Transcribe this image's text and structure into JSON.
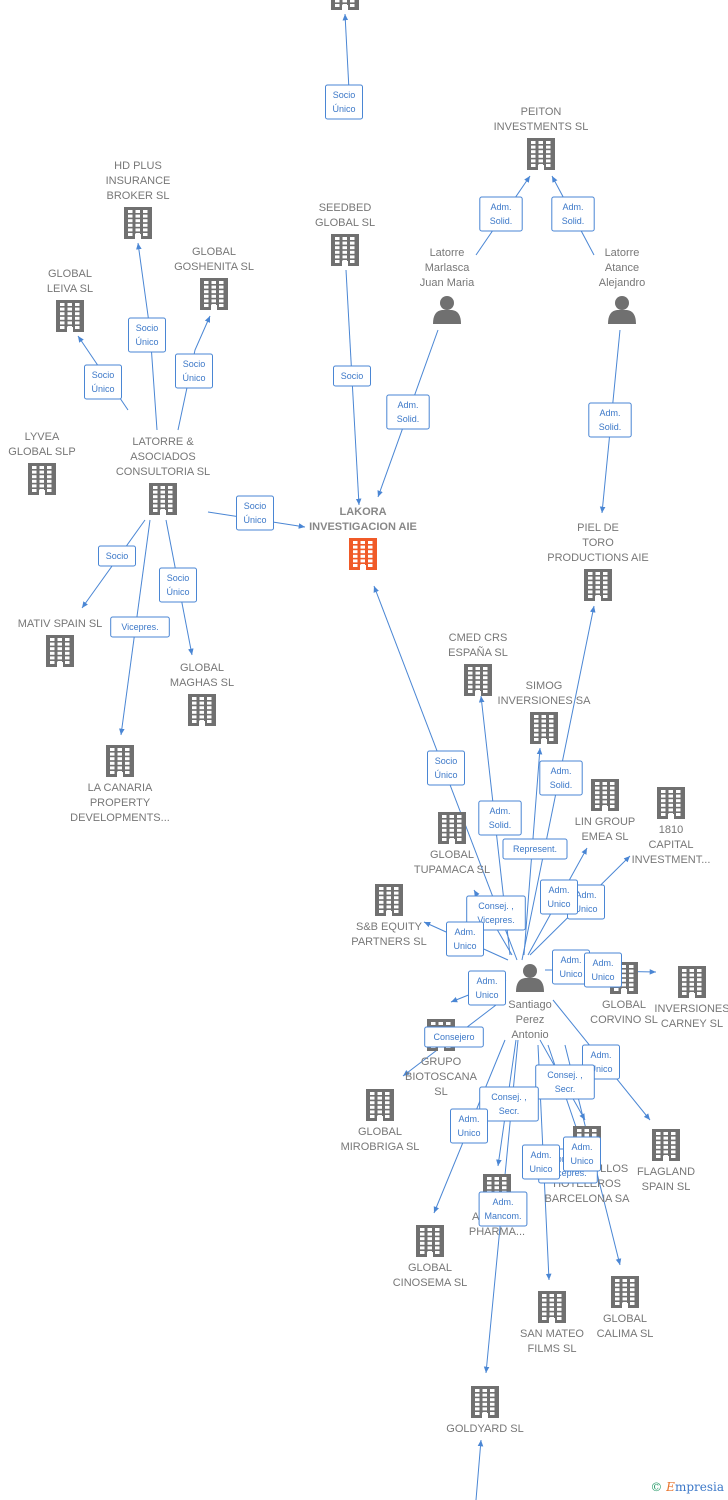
{
  "colors": {
    "building": "#707070",
    "focus_building": "#f05a28",
    "edge": "#4a86d4",
    "person": "#707070"
  },
  "credit": {
    "symbol": "©",
    "brand_initial": "E",
    "brand_rest": "mpresia"
  },
  "nodes": [
    {
      "id": "top",
      "type": "company",
      "lines": []
    },
    {
      "id": "seedbed",
      "type": "company",
      "lines": [
        "SEEDBED",
        "GLOBAL  SL"
      ]
    },
    {
      "id": "peiton",
      "type": "company",
      "lines": [
        "PEITON",
        "INVESTMENTS SL"
      ]
    },
    {
      "id": "marlasca",
      "type": "person",
      "lines": [
        "Latorre",
        "Marlasca",
        "Juan Maria"
      ]
    },
    {
      "id": "atance",
      "type": "person",
      "lines": [
        "Latorre",
        "Atance",
        "Alejandro"
      ]
    },
    {
      "id": "hdplus",
      "type": "company",
      "lines": [
        "HD PLUS",
        "INSURANCE",
        "BROKER  SL"
      ]
    },
    {
      "id": "goshenita",
      "type": "company",
      "lines": [
        "GLOBAL",
        "GOSHENITA SL"
      ]
    },
    {
      "id": "leiva",
      "type": "company",
      "lines": [
        "GLOBAL",
        "LEIVA  SL"
      ]
    },
    {
      "id": "lyvea",
      "type": "company",
      "lines": [
        "LYVEA",
        "GLOBAL  SLP"
      ]
    },
    {
      "id": "latorre",
      "type": "company",
      "lines": [
        "LATORRE &",
        "ASOCIADOS",
        "CONSULTORIA SL"
      ]
    },
    {
      "id": "lakora",
      "type": "focus",
      "lines": [
        "LAKORA",
        "INVESTIGACION AIE"
      ]
    },
    {
      "id": "pieldetoro",
      "type": "company",
      "lines": [
        "PIEL DE",
        "TORO",
        "PRODUCTIONS AIE"
      ]
    },
    {
      "id": "mativ",
      "type": "company",
      "lines": [
        "MATIV SPAIN  SL"
      ]
    },
    {
      "id": "maghas",
      "type": "company",
      "lines": [
        "GLOBAL",
        "MAGHAS  SL"
      ]
    },
    {
      "id": "lacanaria",
      "type": "company",
      "lines": [
        "LA CANARIA",
        "PROPERTY",
        "DEVELOPMENTS..."
      ]
    },
    {
      "id": "cmed",
      "type": "company",
      "lines": [
        "CMED CRS",
        "ESPAÑA  SL"
      ]
    },
    {
      "id": "simog",
      "type": "company",
      "lines": [
        "SIMOG",
        "INVERSIONES SA"
      ]
    },
    {
      "id": "lingroup",
      "type": "company",
      "lines": [
        "LIN GROUP",
        "EMEA  SL"
      ]
    },
    {
      "id": "capital1810",
      "type": "company",
      "lines": [
        "1810",
        "CAPITAL",
        "INVESTMENT..."
      ]
    },
    {
      "id": "tupamaca",
      "type": "company",
      "lines": [
        "GLOBAL",
        "TUPAMACA SL"
      ]
    },
    {
      "id": "sbequity",
      "type": "company",
      "lines": [
        "S&B EQUITY",
        "PARTNERS  SL"
      ]
    },
    {
      "id": "santiago",
      "type": "person",
      "lines": [
        "Santiago",
        "Perez",
        "Antonio"
      ]
    },
    {
      "id": "corvino",
      "type": "company",
      "lines": [
        "GLOBAL",
        "CORVINO SL"
      ]
    },
    {
      "id": "carney",
      "type": "company",
      "lines": [
        "INVERSIONES",
        "CARNEY SL"
      ]
    },
    {
      "id": "biotoscana",
      "type": "company",
      "lines": [
        "GRUPO",
        "BIOTOSCANA",
        "SL"
      ]
    },
    {
      "id": "mirobriga",
      "type": "company",
      "lines": [
        "GLOBAL",
        "MIROBRIGA SL"
      ]
    },
    {
      "id": "flagland",
      "type": "company",
      "lines": [
        "FLAGLAND",
        "SPAIN SL"
      ]
    },
    {
      "id": "desarrollos",
      "type": "company",
      "lines": [
        "DESARROLLOS",
        "HOTELEROS",
        "BARCELONA SA"
      ]
    },
    {
      "id": "america",
      "type": "company",
      "lines": [
        "AMERICA",
        "PHARMA..."
      ]
    },
    {
      "id": "cinosema",
      "type": "company",
      "lines": [
        "GLOBAL",
        "CINOSEMA SL"
      ]
    },
    {
      "id": "calima",
      "type": "company",
      "lines": [
        "GLOBAL",
        "CALIMA SL"
      ]
    },
    {
      "id": "sanmateo",
      "type": "company",
      "lines": [
        "SAN MATEO",
        "FILMS SL"
      ]
    },
    {
      "id": "goldyard",
      "type": "company",
      "lines": [
        "GOLDYARD SL"
      ]
    }
  ],
  "relations": [
    {
      "lines": [
        "Socio",
        "Único"
      ]
    },
    {
      "lines": [
        "Adm.",
        "Solid."
      ]
    },
    {
      "lines": [
        "Adm.",
        "Solid."
      ]
    },
    {
      "lines": [
        "Socio"
      ]
    },
    {
      "lines": [
        "Adm.",
        "Solid."
      ]
    },
    {
      "lines": [
        "Adm.",
        "Solid."
      ]
    },
    {
      "lines": [
        "Socio",
        "Único"
      ]
    },
    {
      "lines": [
        "Socio",
        "Único"
      ]
    },
    {
      "lines": [
        "Socio",
        "Único"
      ]
    },
    {
      "lines": [
        "Socio",
        "Único"
      ]
    },
    {
      "lines": [
        "Socio"
      ]
    },
    {
      "lines": [
        "Vicepres."
      ]
    },
    {
      "lines": [
        "Socio",
        "Único"
      ]
    },
    {
      "lines": [
        "Socio",
        "Único"
      ]
    },
    {
      "lines": [
        "Adm.",
        "Solid."
      ]
    },
    {
      "lines": [
        "Adm.",
        "Solid."
      ]
    },
    {
      "lines": [
        "Represent."
      ]
    },
    {
      "lines": [
        "Adm.",
        "Unico"
      ]
    },
    {
      "lines": [
        "Adm.",
        "Unico"
      ]
    },
    {
      "lines": [
        "Consej. ,",
        "Vicepres."
      ]
    },
    {
      "lines": [
        "Adm.",
        "Unico"
      ]
    },
    {
      "lines": [
        "Adm.",
        "Unico"
      ]
    },
    {
      "lines": [
        "Adm.",
        "Unico"
      ]
    },
    {
      "lines": [
        "Adm.",
        "Unico"
      ]
    },
    {
      "lines": [
        "Consejero"
      ]
    },
    {
      "lines": [
        "Adm.",
        "Unico"
      ]
    },
    {
      "lines": [
        "Consej. ,",
        "Secr."
      ]
    },
    {
      "lines": [
        "Consej. ,",
        "Vicepres."
      ]
    },
    {
      "lines": [
        "Consej. ,",
        "Secr."
      ]
    },
    {
      "lines": [
        "Adm.",
        "Unico"
      ]
    },
    {
      "lines": [
        "Adm.",
        "Unico"
      ]
    },
    {
      "lines": [
        "Adm.",
        "Unico"
      ]
    },
    {
      "lines": [
        "Adm.",
        "Mancom."
      ]
    }
  ]
}
